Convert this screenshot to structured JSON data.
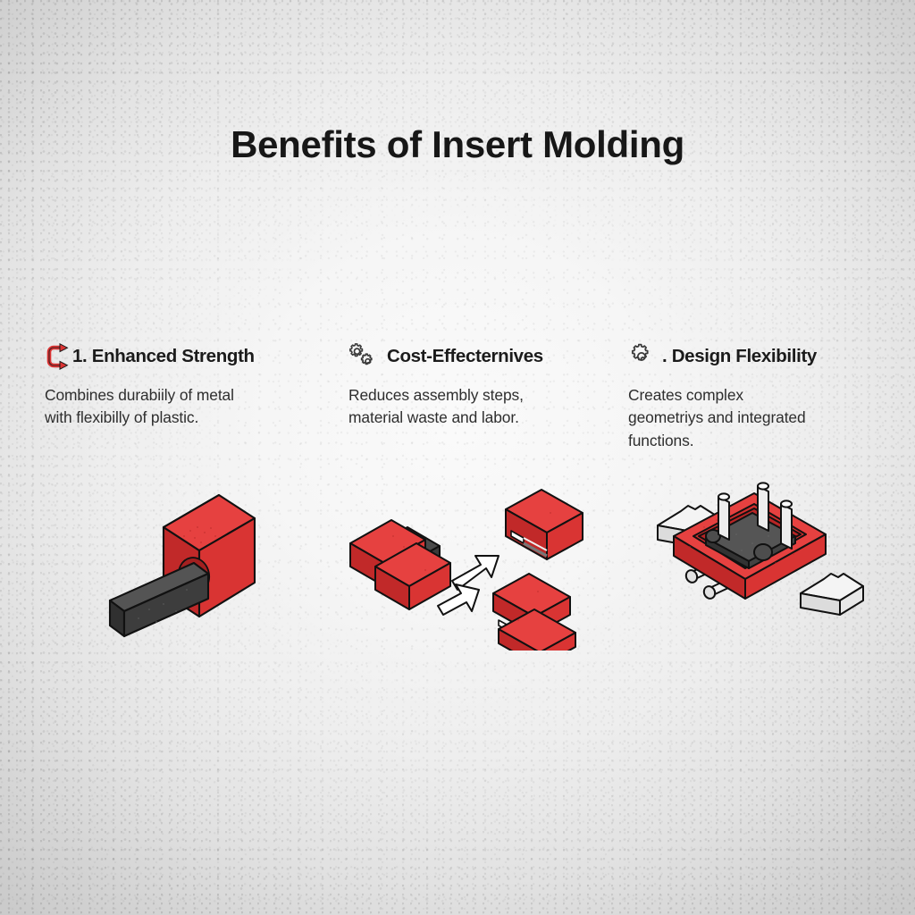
{
  "page": {
    "title": "Benefits of Insert Molding",
    "background_center_color": "#fafafa",
    "background_edge_color": "#cbcbcb"
  },
  "palette": {
    "plastic_red": "#dd3333",
    "plastic_red_top": "#e8403f",
    "plastic_red_side": "#c02727",
    "metal_dark": "#3c3c3c",
    "metal_dark_top": "#555555",
    "metal_dark_side": "#2a2a2a",
    "metal_light": "#f2f2f2",
    "metal_light_side": "#d8d8d8",
    "outline": "#111111",
    "heading_text": "#1b1b1b",
    "body_text": "#2e2e2e"
  },
  "columns": [
    {
      "icon_name": "red-arrow-bracket-icon",
      "heading": "1. Enhanced Strength",
      "body": "Combines durabiily of metal\nwith flexibilly of plastic.",
      "illustration_name": "red-block-with-metal-pin-illustration"
    },
    {
      "icon_name": "double-gears-icon",
      "heading": "Cost-Effecternives",
      "body": "Reduces assembly steps,\nmaterial waste and labor.",
      "illustration_name": "mold-halves-with-arrows-illustration"
    },
    {
      "icon_name": "gear-icon",
      "heading": ". Design Flexibility",
      "body": "Creates complex\ngeometriys and integrated\nfunctions.",
      "illustration_name": "complex-molded-connector-illustration"
    }
  ]
}
